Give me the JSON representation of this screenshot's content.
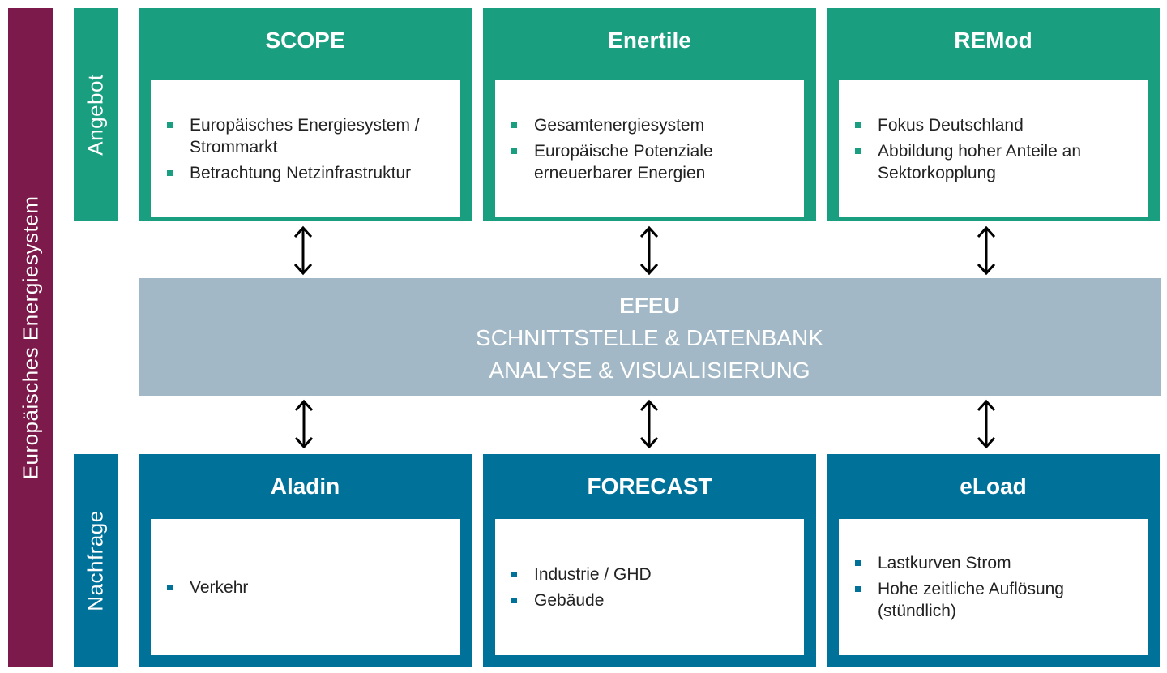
{
  "side_label": "Europäisches Energiesystem",
  "supply_label": "Angebot",
  "demand_label": "Nachfrage",
  "supply_models": [
    {
      "name": "SCOPE",
      "bullets": [
        "Europäisches Energiesystem / Strommarkt",
        "Betrachtung Netzinfrastruktur"
      ]
    },
    {
      "name": "Enertile",
      "bullets": [
        "Gesamtenergiesystem",
        "Europäische Potenziale erneuerbarer Energien"
      ]
    },
    {
      "name": "REMod",
      "bullets": [
        "Fokus Deutschland",
        "Abbildung hoher Anteile an Sektorkopplung"
      ]
    }
  ],
  "demand_models": [
    {
      "name": "Aladin",
      "bullets": [
        "Verkehr"
      ]
    },
    {
      "name": "FORECAST",
      "bullets": [
        "Industrie / GHD",
        "Gebäude"
      ]
    },
    {
      "name": "eLoad",
      "bullets": [
        "Lastkurven Strom",
        "Hohe zeitliche Auflösung (stündlich)"
      ]
    }
  ],
  "center": {
    "title": "EFEU",
    "line1": "SCHNITTSTELLE & DATENBANK",
    "line2": "ANALYSE & VISUALISIERUNG"
  },
  "colors": {
    "side": "#7c1a4b",
    "supply": "#1a9e80",
    "demand": "#00729a",
    "center": "#a3b8c6"
  }
}
